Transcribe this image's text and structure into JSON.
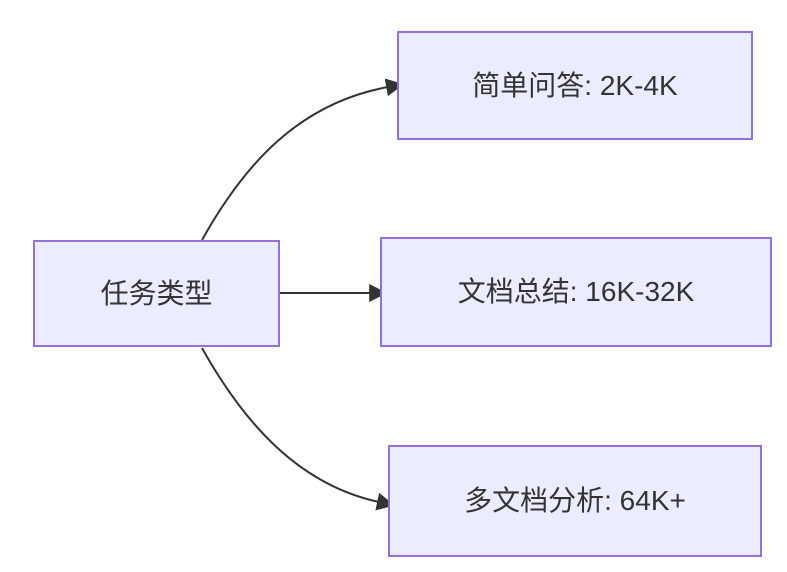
{
  "diagram": {
    "type": "flowchart",
    "root": {
      "label": "任务类型"
    },
    "branches": [
      {
        "label": "简单问答: 2K-4K"
      },
      {
        "label": "文档总结: 16K-32K"
      },
      {
        "label": "多文档分析: 64K+"
      }
    ],
    "edges": [
      {
        "from": "任务类型",
        "to": "简单问答: 2K-4K"
      },
      {
        "from": "任务类型",
        "to": "文档总结: 16K-32K"
      },
      {
        "from": "任务类型",
        "to": "多文档分析: 64K+"
      }
    ],
    "colors": {
      "node_fill": "#ECECFF",
      "node_border": "#9370DB",
      "text": "#333333",
      "edge": "#333333",
      "background": "#FFFFFF"
    }
  }
}
